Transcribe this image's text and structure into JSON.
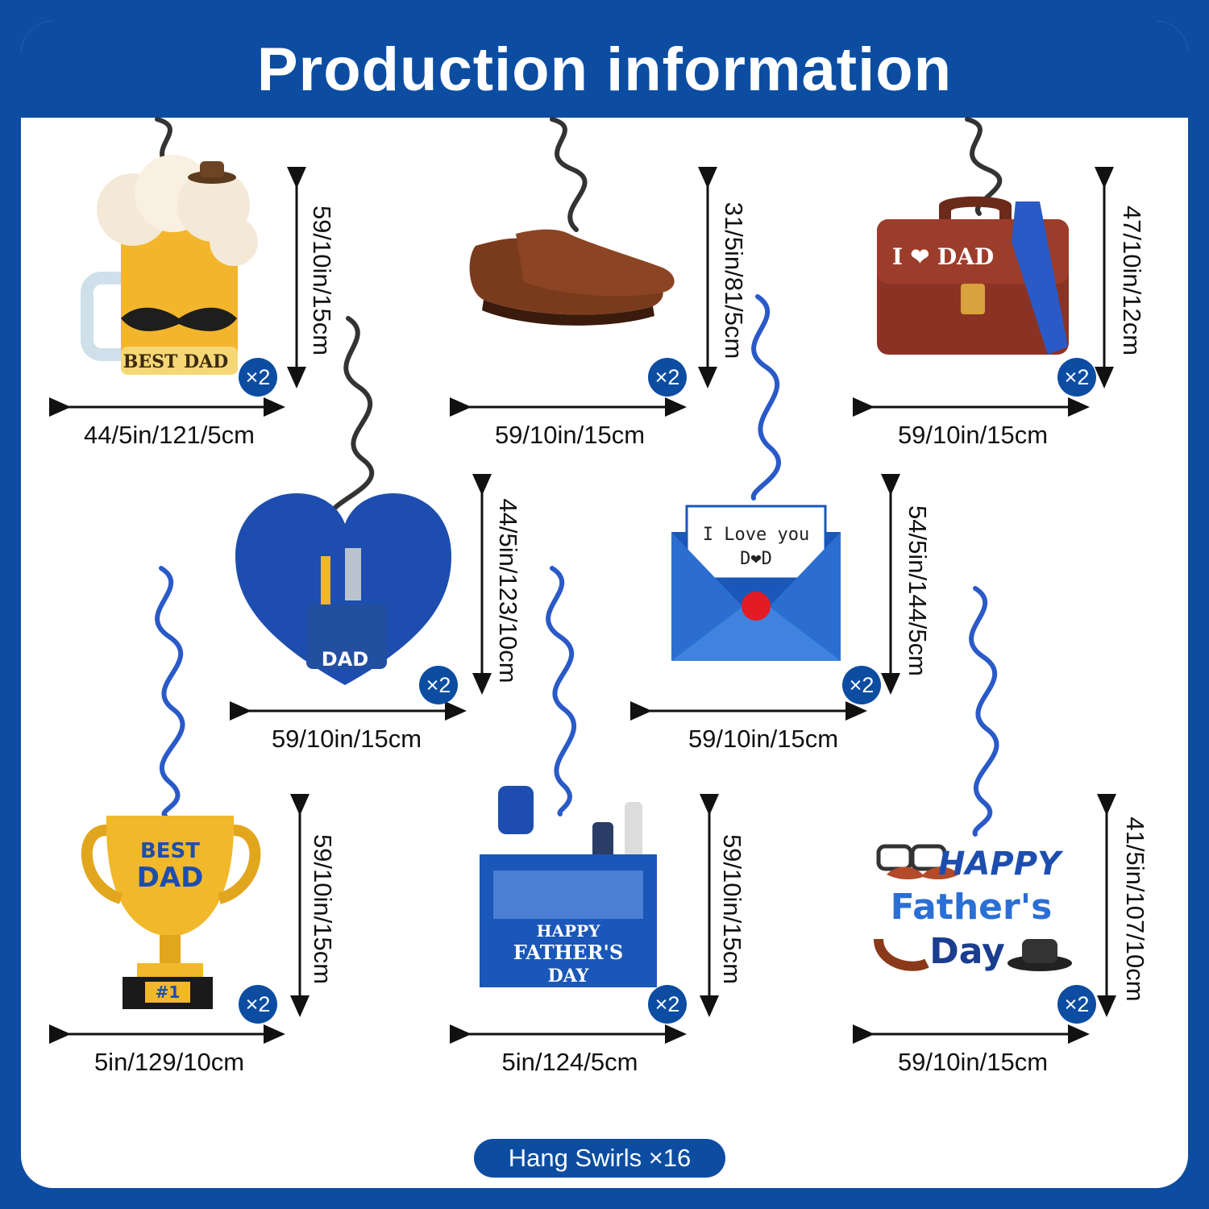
{
  "page": {
    "title": "Production information",
    "footer_label": "Hang Swirls ×16",
    "colors": {
      "brand_blue": "#0c4da2",
      "background": "#ffffff",
      "text": "#111111"
    }
  },
  "items": [
    {
      "name": "beer-mug",
      "label": "BEST DAD",
      "qty": "×2",
      "width": "44/5in/121/5cm",
      "height": "59/10in/15cm"
    },
    {
      "name": "shoes",
      "label": "",
      "qty": "×2",
      "width": "59/10in/15cm",
      "height": "31/5in/81/5cm"
    },
    {
      "name": "briefcase",
      "label": "I ❤ DAD",
      "qty": "×2",
      "width": "59/10in/15cm",
      "height": "47/10in/12cm"
    },
    {
      "name": "heart-overalls",
      "label": "DAD",
      "qty": "×2",
      "width": "59/10in/15cm",
      "height": "44/5in/123/10cm"
    },
    {
      "name": "envelope",
      "label": "I Love you D❤D",
      "qty": "×2",
      "width": "59/10in/15cm",
      "height": "54/5in/144/5cm"
    },
    {
      "name": "trophy",
      "label": "BEST DAD #1",
      "qty": "×2",
      "width": "5in/129/10cm",
      "height": "59/10in/15cm"
    },
    {
      "name": "toolbox",
      "label": "HAPPY FATHER'S DAY",
      "qty": "×2",
      "width": "5in/124/5cm",
      "height": "59/10in/15cm"
    },
    {
      "name": "happy-fathers-day-text",
      "label": "HAPPY Father's Day",
      "qty": "×2",
      "width": "59/10in/15cm",
      "height": "41/5in/107/10cm"
    }
  ]
}
